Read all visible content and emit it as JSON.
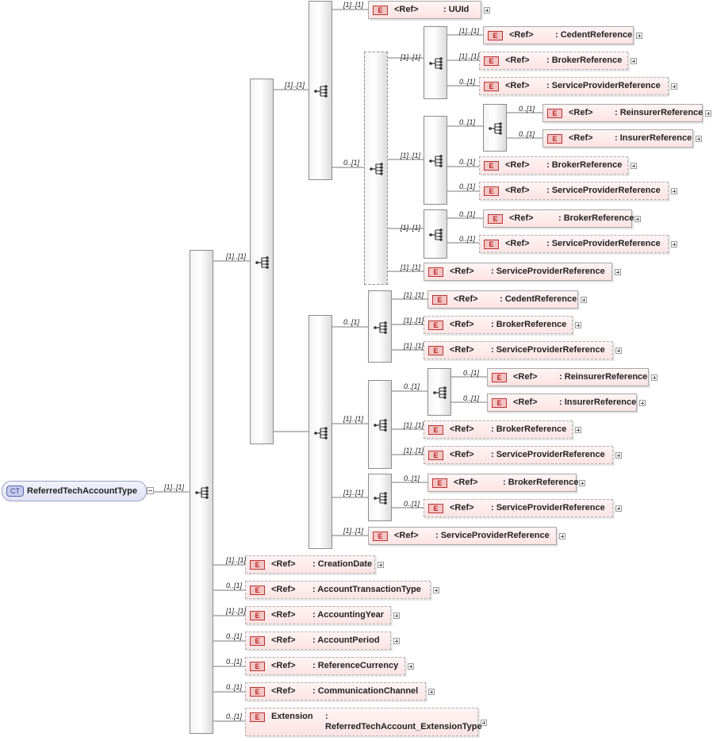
{
  "complex_type": {
    "badge": "CT",
    "name": "ReferredTechAccountType"
  },
  "ref_label": "<Ref>",
  "element_badge": "E",
  "sequences": [
    {
      "id": "s0"
    },
    {
      "id": "s1"
    },
    {
      "id": "s2"
    },
    {
      "id": "s3"
    },
    {
      "id": "s4"
    },
    {
      "id": "s5"
    },
    {
      "id": "s6"
    },
    {
      "id": "s7"
    },
    {
      "id": "s8"
    },
    {
      "id": "s9"
    },
    {
      "id": "s10"
    },
    {
      "id": "s11"
    },
    {
      "id": "s12"
    }
  ],
  "elements": [
    {
      "id": "e1",
      "ref": "<Ref>",
      "name": ": UUId",
      "optional": false
    },
    {
      "id": "e2",
      "ref": "<Ref>",
      "name": ": CedentReference",
      "optional": false
    },
    {
      "id": "e3",
      "ref": "<Ref>",
      "name": ": BrokerReference",
      "optional": true
    },
    {
      "id": "e4",
      "ref": "<Ref>",
      "name": ": ServiceProviderReference",
      "optional": true
    },
    {
      "id": "e5",
      "ref": "<Ref>",
      "name": ": ReinsurerReference",
      "optional": false
    },
    {
      "id": "e6",
      "ref": "<Ref>",
      "name": ": InsurerReference",
      "optional": false
    },
    {
      "id": "e7",
      "ref": "<Ref>",
      "name": ": BrokerReference",
      "optional": true
    },
    {
      "id": "e8",
      "ref": "<Ref>",
      "name": ": ServiceProviderReference",
      "optional": true
    },
    {
      "id": "e9",
      "ref": "<Ref>",
      "name": ": BrokerReference",
      "optional": false
    },
    {
      "id": "e10",
      "ref": "<Ref>",
      "name": ": ServiceProviderReference",
      "optional": true
    },
    {
      "id": "e11",
      "ref": "<Ref>",
      "name": ": ServiceProviderReference",
      "optional": false
    },
    {
      "id": "e12",
      "ref": "<Ref>",
      "name": ": CedentReference",
      "optional": false
    },
    {
      "id": "e13",
      "ref": "<Ref>",
      "name": ": BrokerReference",
      "optional": true
    },
    {
      "id": "e14",
      "ref": "<Ref>",
      "name": ": ServiceProviderReference",
      "optional": true
    },
    {
      "id": "e15",
      "ref": "<Ref>",
      "name": ": ReinsurerReference",
      "optional": false
    },
    {
      "id": "e16",
      "ref": "<Ref>",
      "name": ": InsurerReference",
      "optional": false
    },
    {
      "id": "e17",
      "ref": "<Ref>",
      "name": ": BrokerReference",
      "optional": true
    },
    {
      "id": "e18",
      "ref": "<Ref>",
      "name": ": ServiceProviderReference",
      "optional": true
    },
    {
      "id": "e19",
      "ref": "<Ref>",
      "name": ": BrokerReference",
      "optional": false
    },
    {
      "id": "e20",
      "ref": "<Ref>",
      "name": ": ServiceProviderReference",
      "optional": true
    },
    {
      "id": "e21",
      "ref": "<Ref>",
      "name": ": ServiceProviderReference",
      "optional": false
    },
    {
      "id": "e22",
      "ref": "<Ref>",
      "name": ": CreationDate",
      "optional": true
    },
    {
      "id": "e23",
      "ref": "<Ref>",
      "name": ": AccountTransactionType",
      "optional": true
    },
    {
      "id": "e24",
      "ref": "<Ref>",
      "name": ": AccountingYear",
      "optional": true
    },
    {
      "id": "e25",
      "ref": "<Ref>",
      "name": ": AccountPeriod",
      "optional": true
    },
    {
      "id": "e26",
      "ref": "<Ref>",
      "name": ": ReferenceCurrency",
      "optional": true
    },
    {
      "id": "e27",
      "ref": "<Ref>",
      "name": ": CommunicationChannel",
      "optional": true
    },
    {
      "id": "e28",
      "ref": "Extension",
      "name": ": ReferredTechAccount_ExtensionType",
      "optional": true
    }
  ],
  "cardinalities": [
    "[1]..[1]",
    "[1]..[1]",
    "[1]..[1]",
    "[1]..[1]",
    "0..[1]",
    "[1]..[1]",
    "[1]..[1]",
    "[1]..[1]",
    "[1]..[1]",
    "[1]..[1]",
    "[1]..[1]",
    "0..[1]",
    "0..[1]",
    "0..[1]",
    "0..[1]",
    "0..[1]",
    "0..[1]",
    "0..[1]",
    "0..[1]",
    "0..[1]",
    "[1]..[1]",
    "[1]..[1]",
    "[1]..[1]",
    "[1]..[1]",
    "[1]..[1]",
    "[1]..[1]",
    "0..[1]",
    "0..[1]",
    "0..[1]",
    "[1]..[1]",
    "[1]..[1]",
    "0..[1]",
    "0..[1]",
    "[1]..[1]",
    "0..[1]",
    "[1]..[1]",
    "0..[1]",
    "0..[1]",
    "0..[1]",
    "0..[1]",
    "0..[1]",
    "0..[1]",
    "0..[1]"
  ]
}
